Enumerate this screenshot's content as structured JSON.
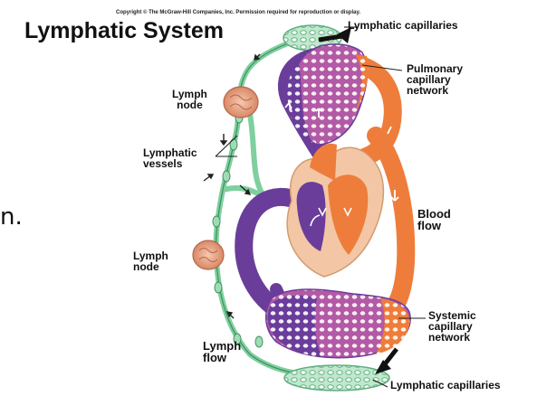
{
  "copyright": "Copyright © The McGraw-Hill Companies, Inc. Permission required for reproduction or display.",
  "title": "Lymphatic System",
  "cut_text": "n.",
  "labels": {
    "lymphatic_capillaries_top": "Lymphatic capillaries",
    "pulmonary": [
      "Pulmonary",
      "capillary",
      "network"
    ],
    "lymph_node_top": [
      "Lymph",
      "node"
    ],
    "lymphatic_vessels": [
      "Lymphatic",
      "vessels"
    ],
    "blood_flow": [
      "Blood",
      "flow"
    ],
    "lymph_node_bottom": [
      "Lymph",
      "node"
    ],
    "systemic": [
      "Systemic",
      "capillary",
      "network"
    ],
    "lymph_flow": [
      "Lymph",
      "flow"
    ],
    "lymphatic_capillaries_bottom": "Lymphatic capillaries"
  },
  "colors": {
    "lymph": "#7fcf9f",
    "lymph_dark": "#3f8f5f",
    "oxygen_poor": "#6a3d9a",
    "oxygen_rich": "#ee7d3b",
    "node": "#e8a88a"
  }
}
